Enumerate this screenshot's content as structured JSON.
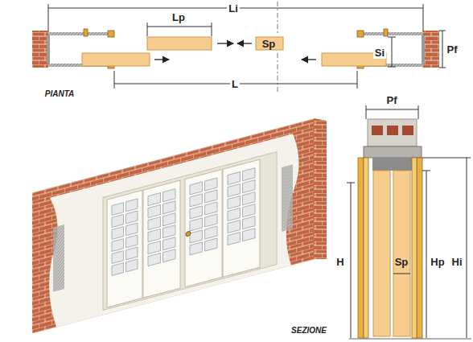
{
  "diagram": {
    "labels": [
      "Li",
      "Lp",
      "Sp",
      "Pf",
      "Si",
      "L",
      "PIANTA",
      "Pf",
      "Sp",
      "H",
      "Hp",
      "Hi",
      "SEZIONE"
    ]
  }
}
